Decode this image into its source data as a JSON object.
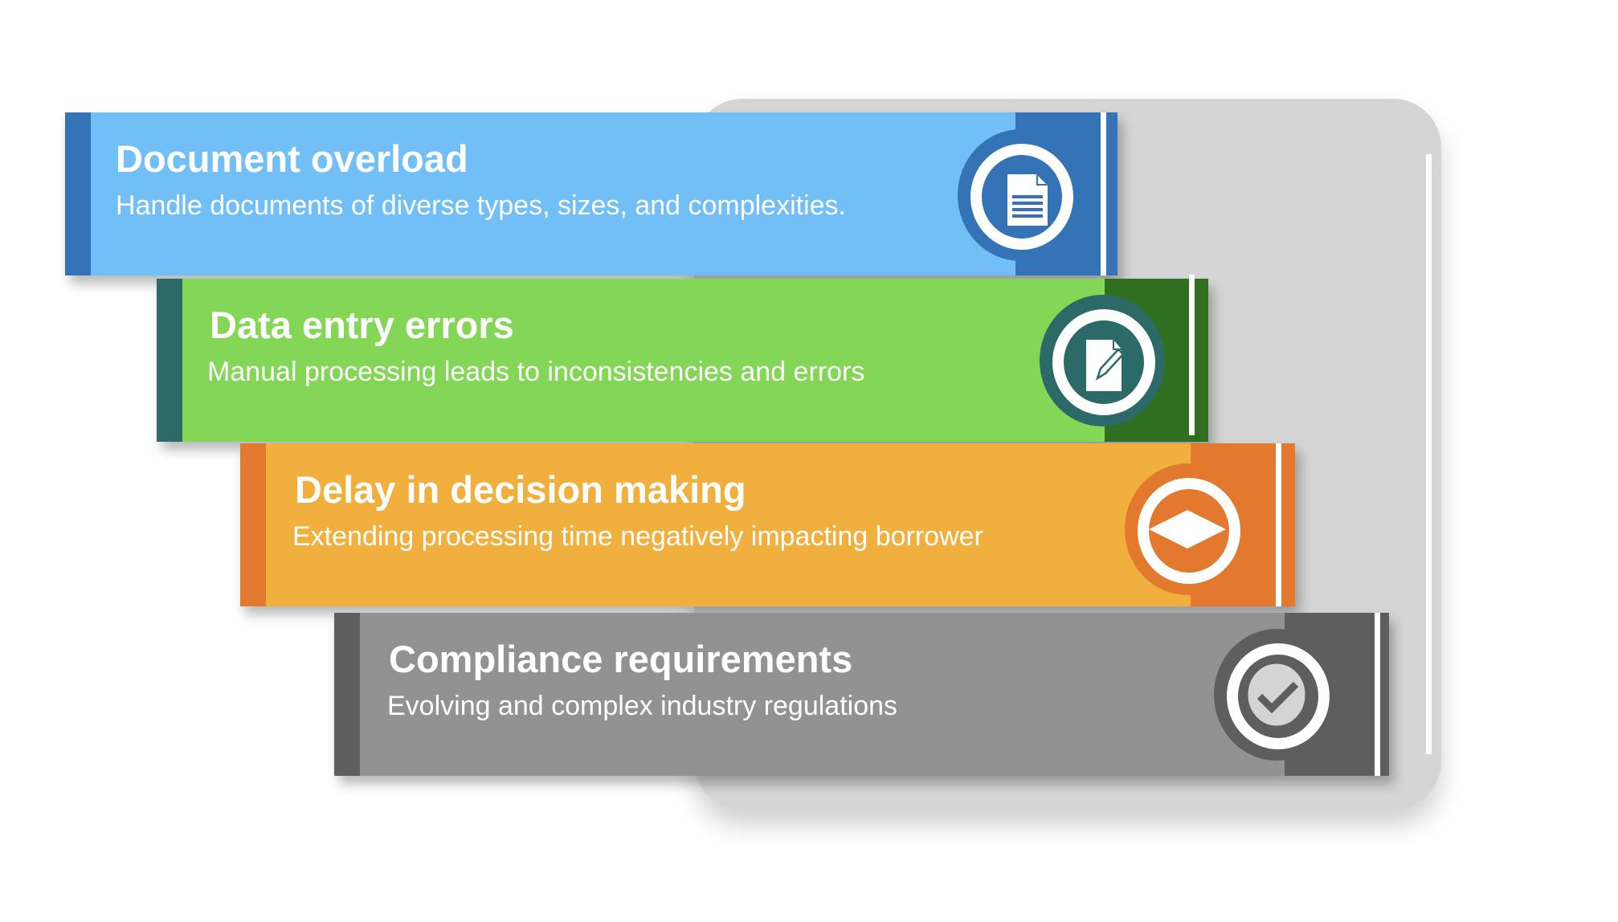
{
  "items": [
    {
      "title": "Document overload",
      "subtitle": "Handle documents of diverse types, sizes, and complexities.",
      "icon": "document-icon",
      "light": "#72bef7",
      "dark": "#3474b6"
    },
    {
      "title": "Data entry errors",
      "subtitle": "Manual processing leads to inconsistencies and errors",
      "icon": "edit-document-icon",
      "light": "#83d656",
      "dark": "#316f20"
    },
    {
      "title": "Delay in decision making",
      "subtitle": "Extending processing time negatively impacting borrower",
      "icon": "diamond-icon",
      "light": "#f1b03e",
      "dark": "#e2792f"
    },
    {
      "title": "Compliance requirements",
      "subtitle": "Evolving and complex industry regulations",
      "icon": "checkmark-icon",
      "light": "#929292",
      "dark": "#5e5e5e"
    }
  ]
}
